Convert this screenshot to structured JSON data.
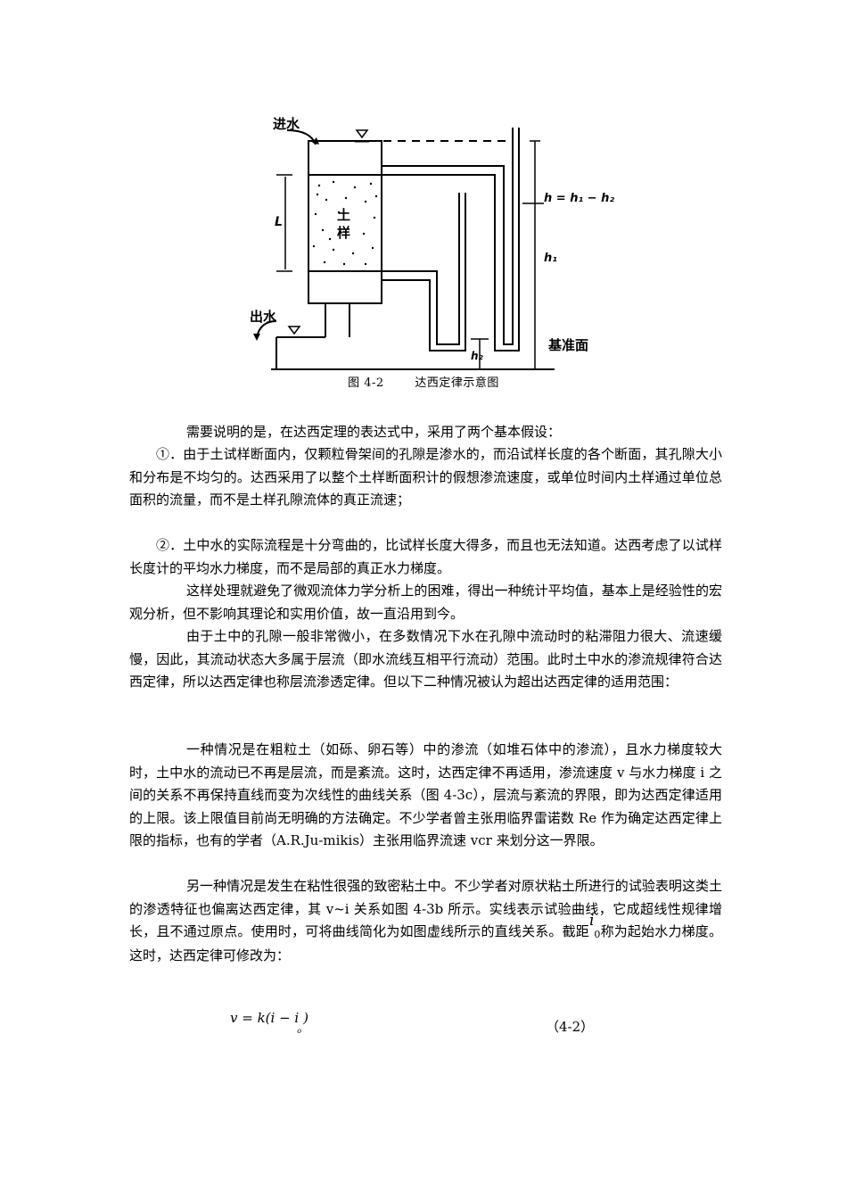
{
  "figure": {
    "labels": {
      "inlet": "进水",
      "outlet": "出水",
      "soil_top": "土",
      "soil_bottom": "样",
      "length": "L",
      "head_diff": "h = h₁ − h₂",
      "h1": "h₁",
      "h2": "h₂",
      "datum": "基准面"
    },
    "caption_number": "图 4-2",
    "caption_title": "达西定律示意图"
  },
  "paragraphs": [
    "需要说明的是，在达西定理的表达式中，采用了两个基本假设：",
    "①．由于土试样断面内，仅颗粒骨架间的孔隙是渗水的，而沿试样长度的各个断面，其孔隙大小和分布是不均匀的。达西采用了以整个土样断面积计的假想渗流速度，或单位时间内土样通过单位总面积的流量，而不是土样孔隙流体的真正流速；",
    "②．土中水的实际流程是十分弯曲的，比试样长度大得多，而且也无法知道。达西考虑了以试样长度计的平均水力梯度，而不是局部的真正水力梯度。",
    "这样处理就避免了微观流体力学分析上的困难，得出一种统计平均值，基本上是经验性的宏观分析，但不影响其理论和实用价值，故一直沿用到今。",
    "由于土中的孔隙一般非常微小，在多数情况下水在孔隙中流动时的粘滞阻力很大、流速缓慢，因此，其流动状态大多属于层流（即水流线互相平行流动）范围。此时土中水的渗流规律符合达西定律，所以达西定律也称层流渗透定律。但以下二种情况被认为超出达西定律的适用范围：",
    "一种情况是在粗粒土（如砾、卵石等）中的渗流（如堆石体中的渗流），且水力梯度较大时，土中水的流动已不再是层流，而是紊流。这时，达西定律不再适用，渗流速度 v 与水力梯度 i 之间的关系不再保持直线而变为次线性的曲线关系（图 4-3c），层流与紊流的界限，即为达西定律适用的上限。该上限值目前尚无明确的方法确定。不少学者曾主张用临界雷诺数 Re 作为确定达西定律上限的指标，也有的学者（A.R.Ju-mikis）主张用临界流速 vcr 来划分这一界限。"
  ],
  "last_paragraph": {
    "text_before": "另一种情况是发生在粘性很强的致密粘土中。不少学者对原状粘土所进行的试验表明这类土的渗透特征也偏离达西定律，其 v~i 关系如图 4-3b 所示。实线表示试验曲线，它成超线性规律增长，且不通过原点。使用时，可将曲线简化为如图虚线所示的直线关系。截距",
    "symbol": "i",
    "symbol_sub": "0",
    "text_after": "称为起始水力梯度。这时，达西定律可修改为："
  },
  "equation": {
    "lhs": "v = k",
    "body": "(i − i",
    "sub": "o",
    "close": ")",
    "number": "（4-2）"
  }
}
